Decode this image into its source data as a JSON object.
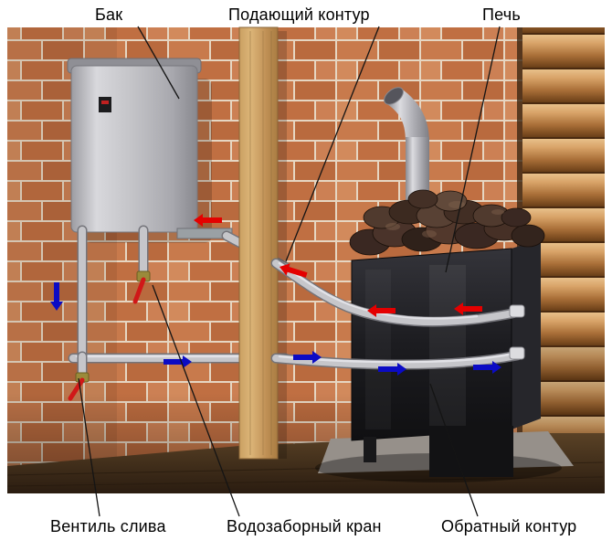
{
  "diagram": {
    "labels": {
      "tank": "Бак",
      "supply_circuit": "Подающий контур",
      "stove": "Печь",
      "drain_valve": "Вентиль слива",
      "water_intake_tap": "Водозаборный кран",
      "return_circuit": "Обратный контур"
    },
    "colors": {
      "hot_flow": "#e40000",
      "cold_flow": "#0b0bc4"
    }
  }
}
